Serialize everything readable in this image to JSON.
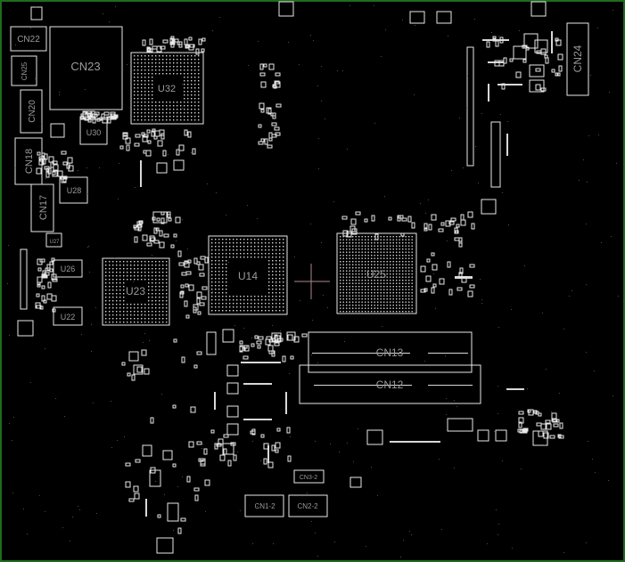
{
  "viewer": {
    "accent_color": "#1f6b1f",
    "outline_color": "#e8e8e8",
    "cursor_color": "#b08888"
  },
  "components": {
    "cn22": "CN22",
    "cn25": "CN25",
    "cn23": "CN23",
    "u32": "U32",
    "cn20": "CN20",
    "u30": "U30",
    "cn18": "CN18",
    "u28": "U28",
    "cn17": "CN17",
    "u27": "U27",
    "u26": "U26",
    "u23": "U23",
    "u22": "U22",
    "u14": "U14",
    "u25": "U25",
    "cn13": "CN13",
    "cn12": "CN12",
    "cn24": "CN24",
    "cn3_2": "CN3-2",
    "cn1_2": "CN1-2",
    "cn2_2": "CN2-2"
  }
}
